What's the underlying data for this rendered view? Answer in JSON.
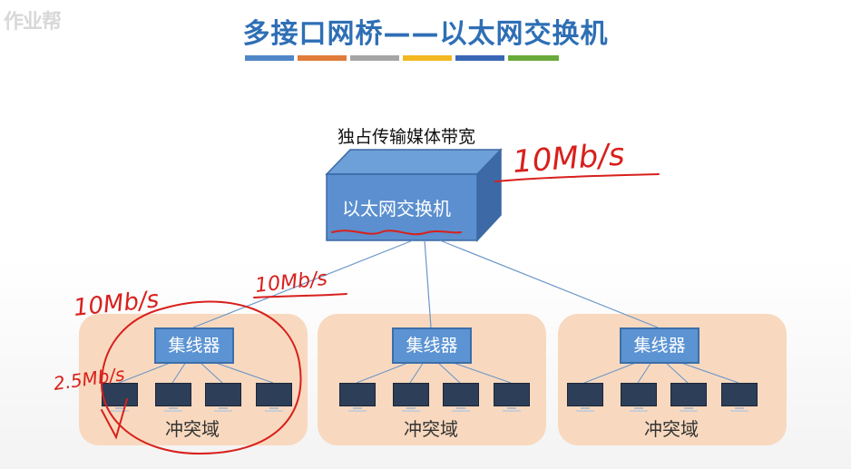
{
  "watermark": "作业帮",
  "slide": {
    "title": "多接口网桥——以太网交换机",
    "accent_colors": [
      "#4f86c6",
      "#e07b39",
      "#a5a5a5",
      "#f2b822",
      "#3a67b5",
      "#6aaa3a"
    ],
    "bandwidth_label": "独占传输媒体带宽",
    "switch_label": "以太网交换机",
    "hub_label": "集线器",
    "domain_label": "冲突域",
    "collision_domains": [
      {
        "hub": "集线器",
        "label": "冲突域",
        "pcs": 4
      },
      {
        "hub": "集线器",
        "label": "冲突域",
        "pcs": 4
      },
      {
        "hub": "集线器",
        "label": "冲突域",
        "pcs": 4
      }
    ]
  },
  "annotations": {
    "switch_rate": "10Mb/s",
    "link_rate": "10Mb/s",
    "left_rate": "10Mb/s",
    "per_host_rate": "2.5Mb/s",
    "ink_color": "#d8201c"
  }
}
